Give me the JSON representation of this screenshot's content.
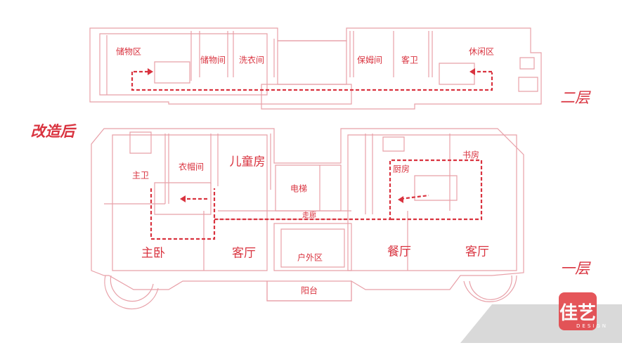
{
  "title": "改造后",
  "floors": {
    "upper": {
      "label": "二层",
      "rooms": [
        "储物区",
        "储物间",
        "洗衣间",
        "保姆间",
        "客卫",
        "休闲区"
      ]
    },
    "lower": {
      "label": "一层",
      "rooms": [
        "主卫",
        "衣帽间",
        "儿童房",
        "电梯",
        "走廊",
        "厨房",
        "书房",
        "主卧",
        "客厅",
        "户外区",
        "餐厅",
        "客厅",
        "阳台"
      ]
    }
  },
  "logo": {
    "mark": "佳艺",
    "text": "DESIGN"
  },
  "colors": {
    "line": "#e8a0a8",
    "accent": "#d9333f",
    "logo": "#e3484d",
    "band": "#d9d9d9"
  }
}
